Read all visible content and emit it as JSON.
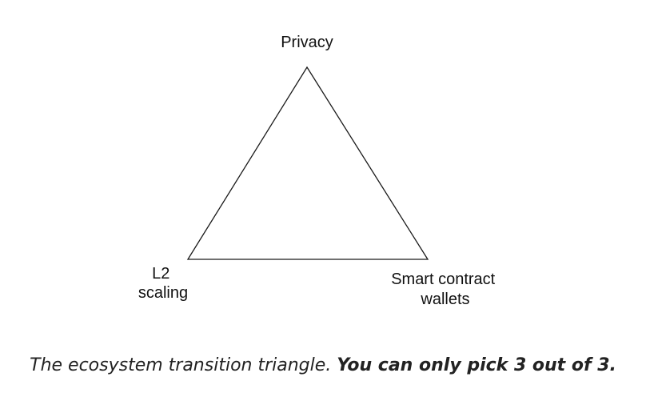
{
  "diagram": {
    "vertices": {
      "top": "Privacy",
      "bottom_left": [
        "L2",
        "scaling"
      ],
      "bottom_right": [
        "Smart contract",
        "wallets"
      ]
    },
    "colors": {
      "stroke": "#1a1a1a",
      "label_text": "#111111",
      "caption_text": "#222222"
    }
  },
  "caption": {
    "plain": "The ecosystem transition triangle. ",
    "emphasis": "You can only pick 3 out of 3."
  }
}
